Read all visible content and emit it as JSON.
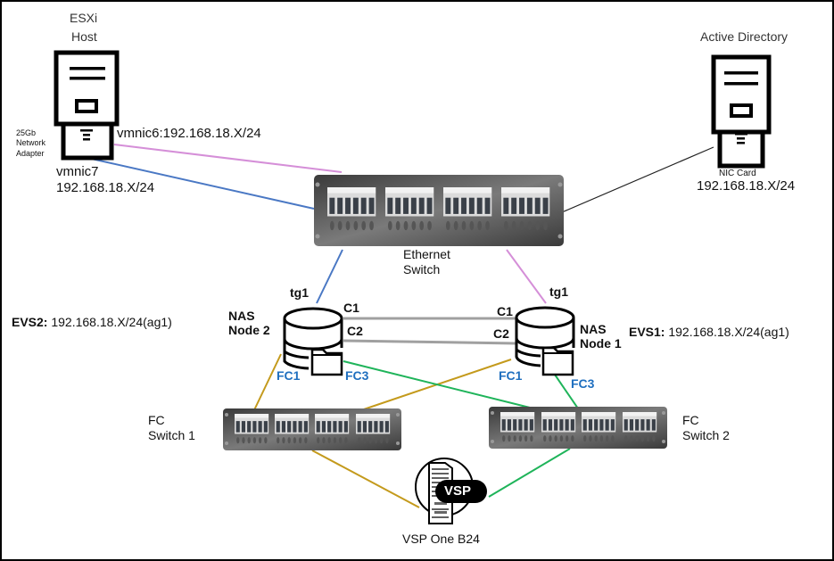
{
  "esxi_host": {
    "title_line1": "ESXi",
    "title_line2": "Host",
    "adapter_label_line1": "25Gb",
    "adapter_label_line2": "Network",
    "adapter_label_line3": "Adapter",
    "vmnic6_label": "vmnic6:192.168.18.X/24",
    "vmnic7_label_line1": "vmnic7",
    "vmnic7_label_line2": "192.168.18.X/24"
  },
  "active_directory": {
    "title": "Active Directory",
    "nic_label": "NIC Card",
    "ip_label": "192.168.18.X/24"
  },
  "ethernet_switch": {
    "label_line1": "Ethernet",
    "label_line2": "Switch"
  },
  "nas_node2": {
    "label_line1": "NAS",
    "label_line2": "Node 2",
    "tg_label": "tg1",
    "c1_label": "C1",
    "c2_label": "C2",
    "fc1_label": "FC1",
    "fc3_label": "FC3",
    "evs_key": "EVS2:",
    "evs_value": " 192.168.18.X/24(ag1)"
  },
  "nas_node1": {
    "label_line1": "NAS",
    "label_line2": "Node 1",
    "tg_label": "tg1",
    "c1_label": "C1",
    "c2_label": "C2",
    "fc1_label": "FC1",
    "fc3_label": "FC3",
    "evs_key": "EVS1:",
    "evs_value": " 192.168.18.X/24(ag1)"
  },
  "fc_switch1": {
    "label_line1": "FC",
    "label_line2": "Switch 1"
  },
  "fc_switch2": {
    "label_line1": "FC",
    "label_line2": "Switch 2"
  },
  "storage": {
    "badge": "VSP",
    "label": "VSP One B24"
  },
  "link_colors": {
    "vmnic6": "#d58fd8",
    "vmnic7": "#4a78c4",
    "ad": "#222222",
    "cluster": "#a0a0a0",
    "fc1": "#c49a1c",
    "fc3": "#1fb45a"
  }
}
